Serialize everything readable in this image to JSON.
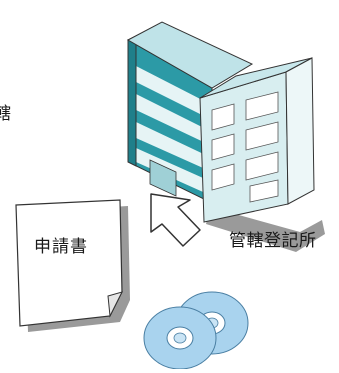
{
  "labels": {
    "partial_left": "轄",
    "office": "管轄登記所",
    "document": "申請書"
  },
  "icons": {
    "building": "office-building-icon",
    "arrow": "submit-arrow-icon",
    "document": "document-icon",
    "discs": "cd-disc-icon"
  },
  "colors": {
    "building_dark": "#2c9aa6",
    "building_light": "#d8eef0",
    "building_roof": "#bfe3e8",
    "disc": "#a9d3ee",
    "shadow": "#9a9a9a",
    "outline": "#333333"
  }
}
